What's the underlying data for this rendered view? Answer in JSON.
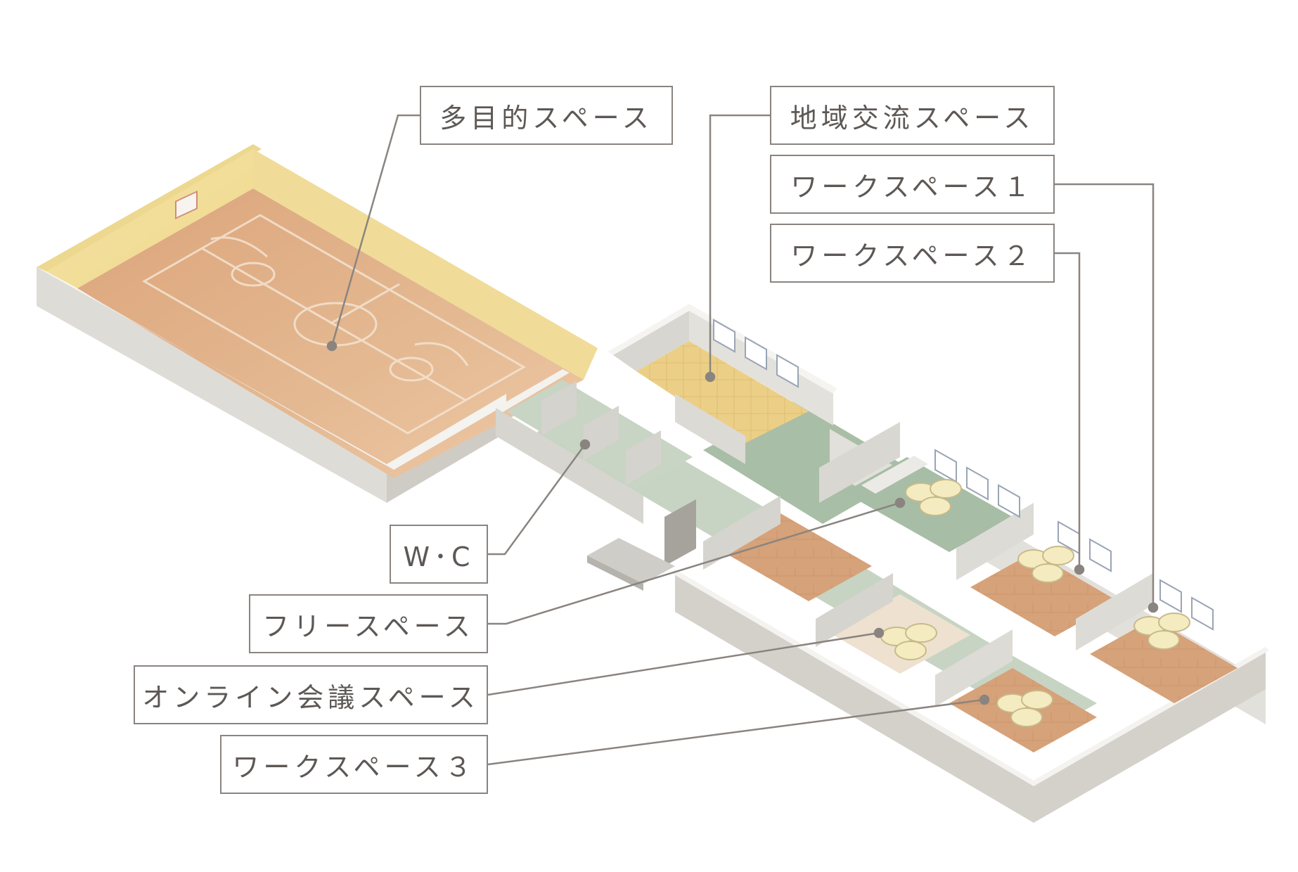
{
  "labels": {
    "multipurpose": "多目的スペース",
    "community": "地域交流スペース",
    "workspace1": "ワークスペース１",
    "workspace2": "ワークスペース２",
    "wc": "W･C",
    "free": "フリースペース",
    "online": "オンライン会議スペース",
    "workspace3": "ワークスペース３"
  },
  "colors": {
    "wall_top": "#f2f1ee",
    "wall_side": "#d9d7d2",
    "wall_shade": "#c9c6c0",
    "wood_floor": "#d9a47c",
    "court_floor": "#e2b48e",
    "yellow_floor": "#ecd18a",
    "green_floor": "#b8c9b4",
    "leader_line": "#8a8480",
    "label_text": "#5d5855"
  }
}
